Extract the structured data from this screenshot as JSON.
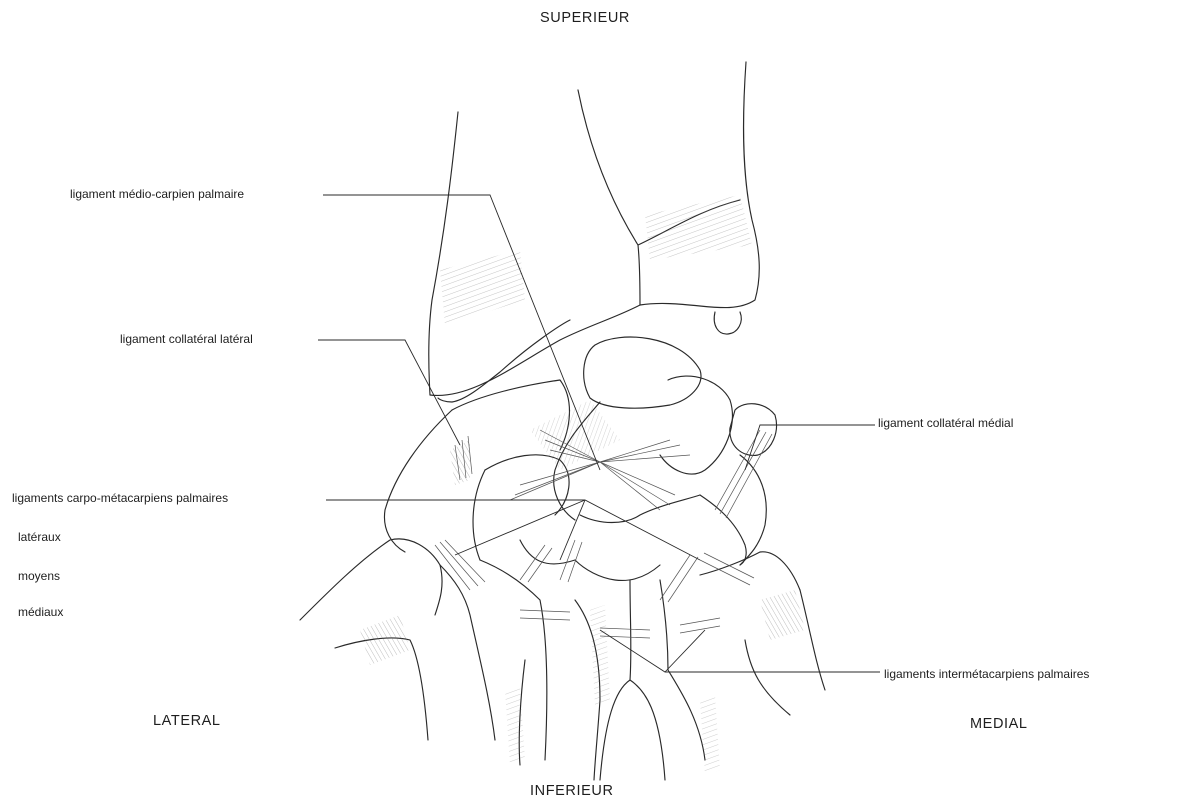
{
  "orientation": {
    "superior": "SUPERIEUR",
    "inferior": "INFERIEUR",
    "lateral": "LATERAL",
    "medial": "MEDIAL"
  },
  "labels": {
    "medio_carpal": "ligament médio-carpien palmaire",
    "collateral_lateral": "ligament collatéral latéral",
    "collateral_medial": "ligament collatéral médial",
    "carpo_metacarpal": "ligaments carpo-métacarpiens palmaires",
    "carpo_metacarpal_groups": [
      "latéraux",
      "moyens",
      "médiaux"
    ],
    "intermetacarpal": "ligaments intermétacarpiens palmaires"
  }
}
